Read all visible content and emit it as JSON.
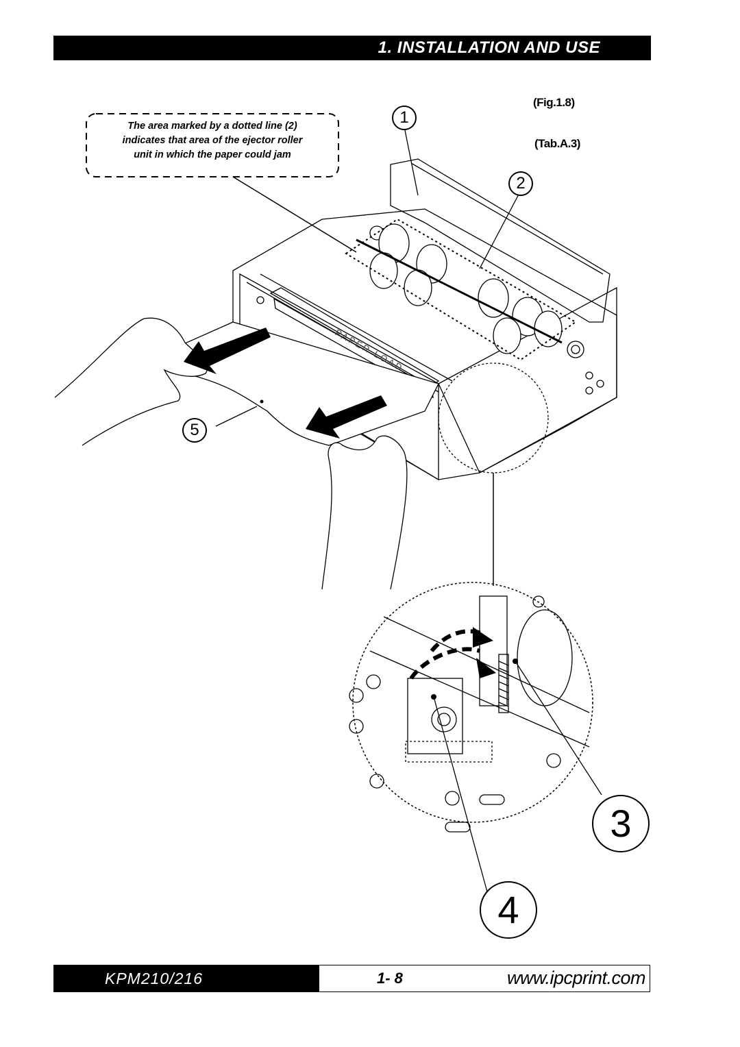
{
  "header": {
    "title": "1. INSTALLATION AND USE"
  },
  "figure": {
    "fig_ref": "(Fig.1.8)",
    "tab_ref": "(Tab.A.3)"
  },
  "callout": {
    "lines": [
      "The area marked by a dotted line (2)",
      "indicates that area of the ejector roller",
      "unit in which the paper could jam"
    ]
  },
  "markers": [
    "1",
    "2",
    "3",
    "4",
    "5"
  ],
  "illustration": {
    "label": "PAPER LOAD"
  },
  "footer": {
    "model": "KPM210/216",
    "page": "1- 8",
    "url": "www.ipcprint.com"
  }
}
